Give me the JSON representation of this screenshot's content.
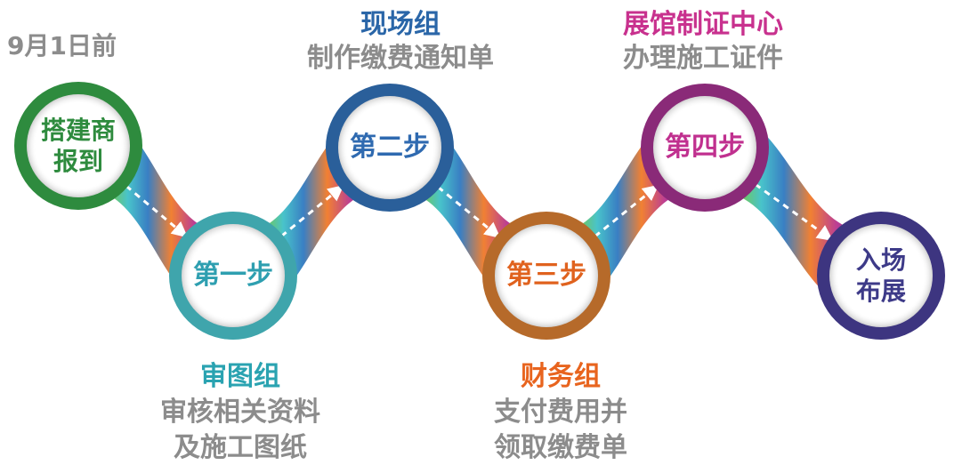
{
  "date_note": "9月1日前",
  "steps": [
    {
      "label": "搭建商\n报到",
      "color": "#2e8b3e",
      "text_color": "#2e8b3e"
    },
    {
      "label": "第一步",
      "color": "#3fa5ac",
      "text_color": "#2e9fb0",
      "group": "审图组",
      "group_color": "#2aa3b1",
      "desc": [
        "审核相关资料",
        "及施工图纸"
      ]
    },
    {
      "label": "第二步",
      "color": "#2a5f9a",
      "text_color": "#2f6ab0",
      "group": "现场组",
      "group_color": "#2a66a8",
      "desc": [
        "制作缴费通知单"
      ]
    },
    {
      "label": "第三步",
      "color": "#b66a2a",
      "text_color": "#e0621e",
      "group": "财务组",
      "group_color": "#e8641e",
      "desc": [
        "支付费用并",
        "领取缴费单"
      ]
    },
    {
      "label": "第四步",
      "color": "#8a2a78",
      "text_color": "#c0308f",
      "group": "展馆制证中心",
      "group_color": "#c8318e",
      "desc": [
        "办理施工证件"
      ]
    },
    {
      "label": "入场\n布展",
      "color": "#3d3580",
      "text_color": "#3d3a88"
    }
  ]
}
